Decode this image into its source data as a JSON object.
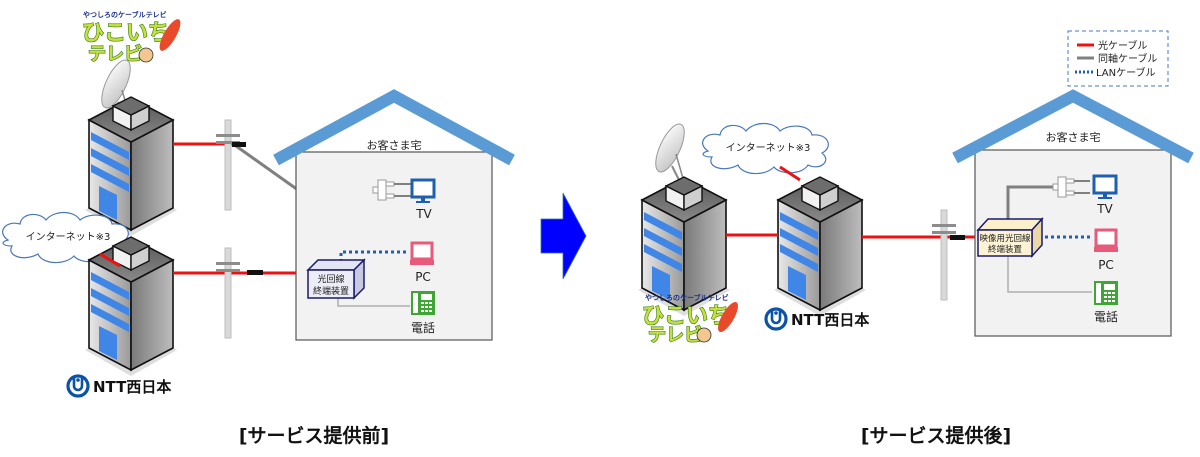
{
  "colors": {
    "fiber_cable": "#ee1111",
    "coax_cable": "#808080",
    "lan_cable": "#1f5fb0",
    "roof": "#5b9bd5",
    "arrow": "#0000ff",
    "tv_icon": "#1f5fb0",
    "pc_icon": "#e85a7a",
    "phone_icon": "#3fa535",
    "ntt_blue": "#0a53a8"
  },
  "legend": {
    "items": [
      {
        "label": "光ケーブル",
        "style": "fiber"
      },
      {
        "label": "同軸ケーブル",
        "style": "coax"
      },
      {
        "label": "LANケーブル",
        "style": "lan"
      }
    ]
  },
  "before": {
    "caption": "[サービス提供前]",
    "cable_tv_logo": {
      "sub": "やつしろのケーブルテレビ",
      "line1": "ひこいち",
      "line2": "テレビ"
    },
    "ntt_logo": {
      "text": "NTT西日本"
    },
    "internet_cloud": "インターネット※3",
    "house": {
      "title": "お客さま宅",
      "onu_label_1": "光回線",
      "onu_label_2": "終端装置",
      "devices": [
        {
          "name": "tv",
          "label": "TV"
        },
        {
          "name": "pc",
          "label": "PC"
        },
        {
          "name": "phone",
          "label": "電話"
        }
      ]
    }
  },
  "after": {
    "caption": "[サービス提供後]",
    "cable_tv_logo": {
      "sub": "やつしろのケーブルテレビ",
      "line1": "ひこいち",
      "line2": "テレビ"
    },
    "ntt_logo": {
      "text": "NTT西日本"
    },
    "internet_cloud": "インターネット※3",
    "house": {
      "title": "お客さま宅",
      "onu_label_1": "映像用光回線",
      "onu_label_2": "終端装置",
      "devices": [
        {
          "name": "tv",
          "label": "TV"
        },
        {
          "name": "pc",
          "label": "PC"
        },
        {
          "name": "phone",
          "label": "電話"
        }
      ]
    }
  }
}
